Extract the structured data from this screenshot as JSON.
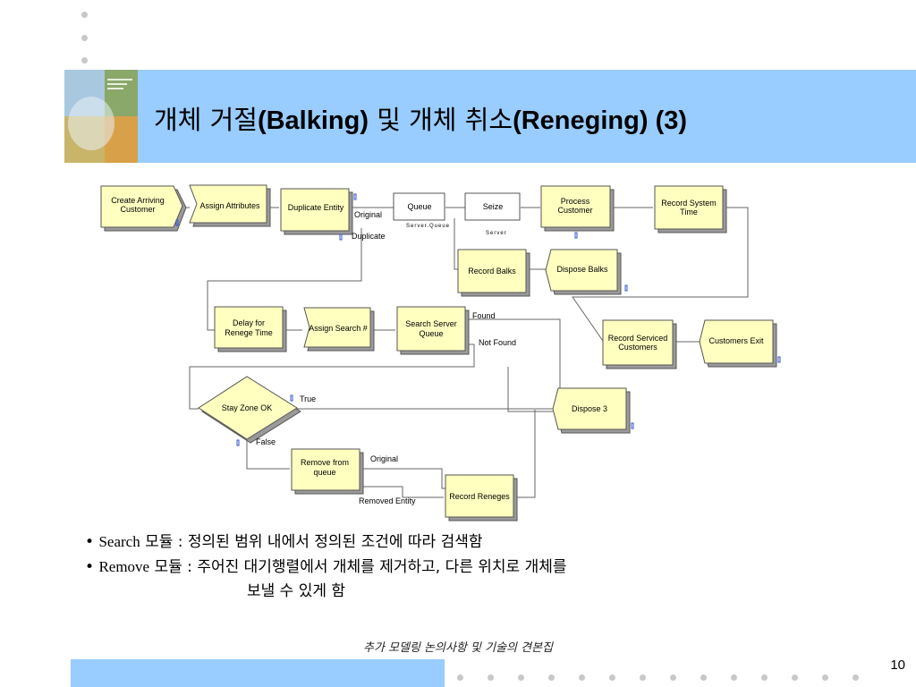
{
  "title": {
    "part1": "개체 거절",
    "part2": "(Balking)",
    "part3": " 및 개체 취소",
    "part4": "(Reneging) (3)"
  },
  "modules": {
    "create": "Create Arriving Customer",
    "assign_attr": "Assign Attributes",
    "duplicate": "Duplicate Entity",
    "queue": "Queue",
    "seize": "Seize",
    "process": "Process Customer",
    "record_system_time": "Record System Time",
    "record_balks": "Record Balks",
    "dispose_balks": "Dispose Balks",
    "delay": "Delay for Renege Time",
    "assign_search": "Assign Search #",
    "search_server_queue": "Search Server Queue",
    "record_serviced": "Record Serviced Customers",
    "customers_exit": "Customers Exit",
    "stay_zone": "Stay Zone OK",
    "dispose3": "Dispose 3",
    "remove": "Remove from queue",
    "record_reneges": "Record Reneges"
  },
  "labels": {
    "original1": "Original",
    "duplicate": "Duplicate",
    "server_queue": "Server.Queue",
    "server": "Server",
    "found": "Found",
    "not_found": "Not Found",
    "true": "True",
    "false": "False",
    "original2": "Original",
    "removed_entity": "Removed Entity"
  },
  "bullets": [
    {
      "latin": "Search",
      "rest": " 모듈 : 정의된 범위 내에서 정의된 조건에 따라 검색함"
    },
    {
      "latin": "Remove",
      "rest": " 모듈 : 주어진 대기행렬에서 개체를 제거하고, 다른 위치로 개체를",
      "cont": "보낼 수 있게 함"
    }
  ],
  "caption": "추가 모델링 논의사항 및 기술의 견본집",
  "page_number": "10",
  "colors": {
    "accent": "#99ccff",
    "module_fill": "#ffffc0",
    "module_shadow": "#9a9a9a",
    "dots": "#c8c8c8"
  }
}
